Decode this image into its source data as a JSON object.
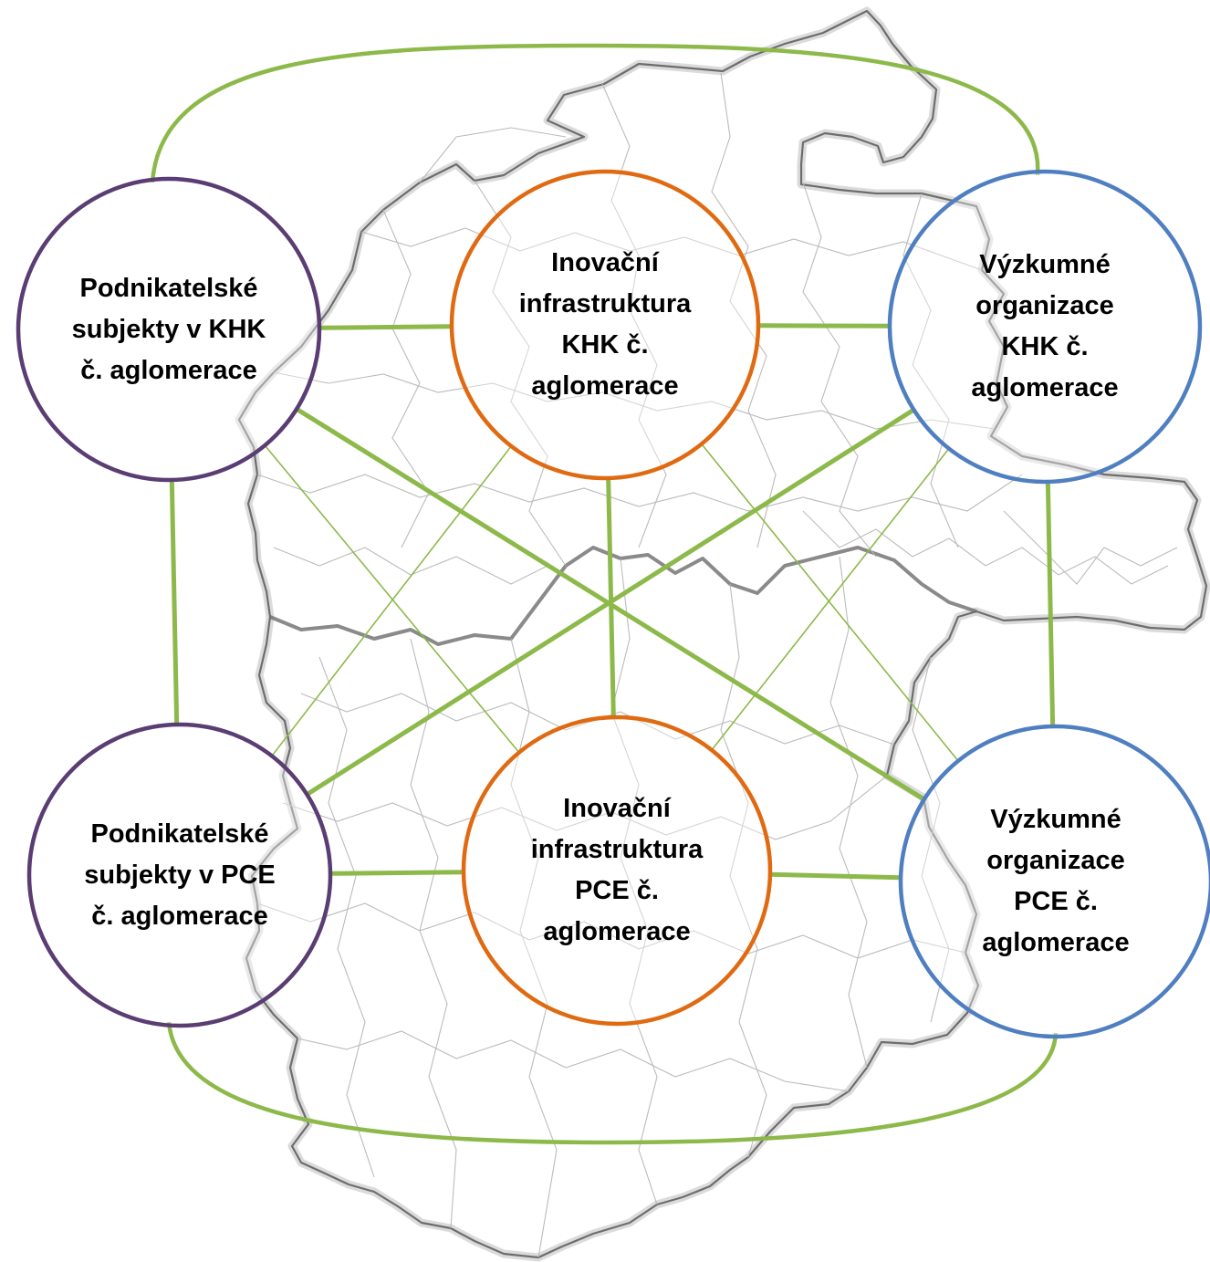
{
  "colors": {
    "connector": "#8db94a",
    "business": "#5a3d73",
    "innovation": "#e06a12",
    "research": "#4f7fc0",
    "map_outline": "#6d6d6d",
    "map_shadow": "#bdbdbd",
    "map_internal": "#b4b4b4",
    "text": "#000000"
  },
  "nodes": {
    "business_khk": {
      "lines": [
        "Podnikatelské",
        "subjekty v KHK",
        "č. aglomerace"
      ]
    },
    "innovation_khk": {
      "lines": [
        "Inovační",
        "infrastruktura",
        "KHK č.",
        "aglomerace"
      ]
    },
    "research_khk": {
      "lines": [
        "Výzkumné",
        "organizace",
        "KHK č.",
        "aglomerace"
      ]
    },
    "business_pce": {
      "lines": [
        "Podnikatelské",
        "subjekty v PCE",
        "č. aglomerace"
      ]
    },
    "innovation_pce": {
      "lines": [
        "Inovační",
        "infrastruktura",
        "PCE č.",
        "aglomerace"
      ]
    },
    "research_pce": {
      "lines": [
        "Výzkumné",
        "organizace",
        "PCE č.",
        "aglomerace"
      ]
    }
  },
  "edges": [
    {
      "from": "business_khk",
      "to": "innovation_khk",
      "weight": "thick"
    },
    {
      "from": "innovation_khk",
      "to": "research_khk",
      "weight": "thick"
    },
    {
      "from": "business_pce",
      "to": "innovation_pce",
      "weight": "thick"
    },
    {
      "from": "innovation_pce",
      "to": "research_pce",
      "weight": "thick"
    },
    {
      "from": "business_khk",
      "to": "business_pce",
      "weight": "thick"
    },
    {
      "from": "innovation_khk",
      "to": "innovation_pce",
      "weight": "thick"
    },
    {
      "from": "research_khk",
      "to": "research_pce",
      "weight": "thick"
    },
    {
      "from": "business_khk",
      "to": "research_pce",
      "weight": "thick"
    },
    {
      "from": "research_khk",
      "to": "business_pce",
      "weight": "thick"
    },
    {
      "from": "business_khk",
      "to": "innovation_pce",
      "weight": "thin"
    },
    {
      "from": "innovation_khk",
      "to": "business_pce",
      "weight": "thin"
    },
    {
      "from": "innovation_khk",
      "to": "research_pce",
      "weight": "thin"
    },
    {
      "from": "research_khk",
      "to": "innovation_pce",
      "weight": "thin"
    },
    {
      "from": "business_khk",
      "to": "research_khk",
      "weight": "arc-top"
    },
    {
      "from": "business_pce",
      "to": "research_pce",
      "weight": "arc-bottom"
    }
  ]
}
